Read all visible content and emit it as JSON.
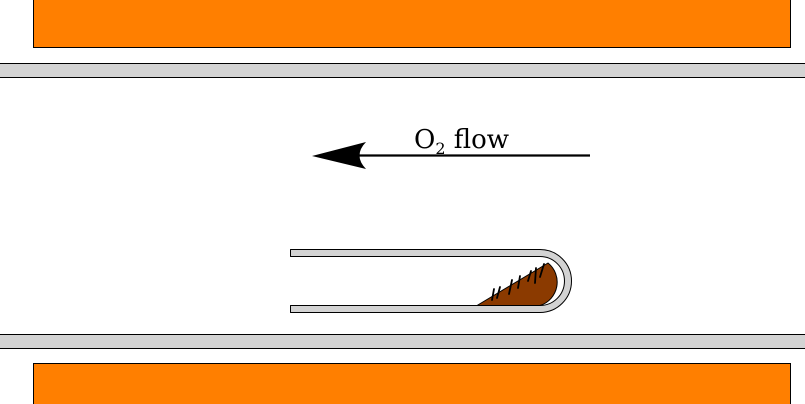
{
  "flow_label": {
    "main": "O",
    "subscript": "2",
    "suffix": " flow"
  },
  "colors": {
    "heater": "#ff7f00",
    "heater_stroke": "#000000",
    "tube_wall": "#d3d3d3",
    "tube_wall_stroke": "#000000",
    "boat_sample": "#8b3a00",
    "arrow": "#000000",
    "background": "#ffffff"
  },
  "icons": {
    "flow_arrow": "left-arrow-icon"
  }
}
